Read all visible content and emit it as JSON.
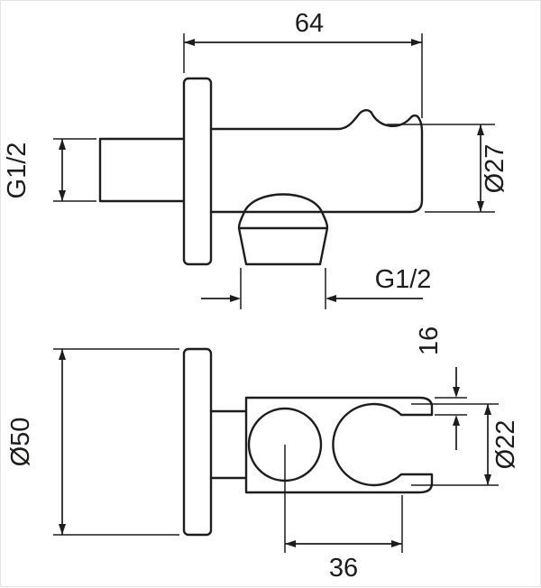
{
  "drawing": {
    "side_view": {
      "width_label": "64",
      "inlet_thread_label": "G1/2",
      "holder_diameter_label": "Ø27",
      "outlet_thread_label": "G1/2"
    },
    "front_view": {
      "flange_diameter_label": "Ø50",
      "opening_label": "16",
      "bore_label": "Ø22",
      "offset_label": "36"
    }
  },
  "colors": {
    "line": "#1d1d1b",
    "background": "#ffffff"
  }
}
